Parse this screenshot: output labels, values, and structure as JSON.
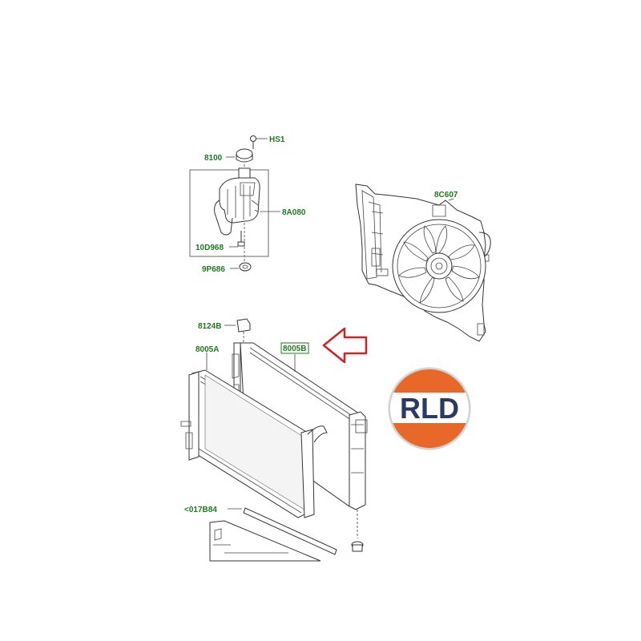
{
  "colors": {
    "label": "#1e7a1e",
    "arrow": "#d42020",
    "logo_navy": "#2a3a66",
    "logo_orange": "#e8682a",
    "line": "#333333"
  },
  "labels": {
    "hs1": "HS1",
    "l8100": "8100",
    "l8a080": "8A080",
    "l10d968": "10D968",
    "l9p686": "9P686",
    "l8c607": "8C607",
    "l8124b": "8124B",
    "l8005a": "8005A",
    "l8005b": "8005B",
    "l017b84": "<017B84"
  },
  "logo": {
    "text": "RLD",
    "icon": "rld-logo"
  },
  "highlighted_part": "8005B",
  "pointer_icon": "red-outline-arrow-icon"
}
